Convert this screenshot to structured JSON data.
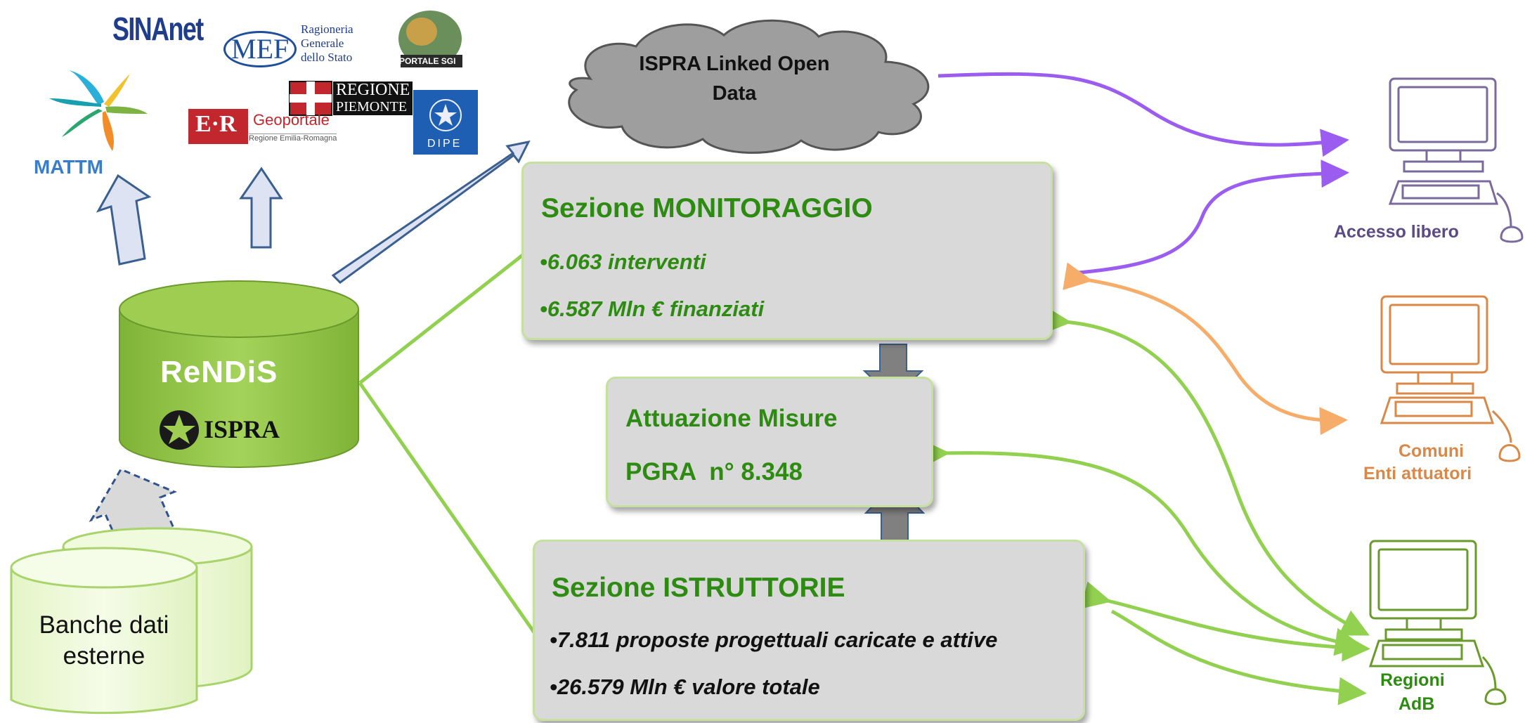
{
  "logos": {
    "sinanet": "SINAnet",
    "mef": "MEF",
    "ragioneria": [
      "Ragioneria",
      "Generale",
      "dello Stato"
    ],
    "portale": "PORTALE SGI",
    "mattm": "MATTM",
    "er_mark": "E·R",
    "er_geo": "Geoportale",
    "er_sub": "Regione Emilia-Romagna",
    "piemonte": [
      "REGIONE",
      "PIEMONTE"
    ],
    "dipe": "DIPE"
  },
  "cloud": {
    "line1": "ISPRA Linked Open",
    "line2": "Data"
  },
  "database": {
    "name": "ReNDiS",
    "org": "ISPRA"
  },
  "external_db": {
    "line1": "Banche dati",
    "line2": "esterne"
  },
  "monitoraggio": {
    "title": "Sezione MONITORAGGIO",
    "items": [
      "•6.063 interventi",
      "•6.587 Mln € finanziati"
    ]
  },
  "attuazione": {
    "line1": "Attuazione Misure",
    "line2": "PGRA  n° 8.348"
  },
  "istruttorie": {
    "title": "Sezione ISTRUTTORIE",
    "items": [
      "•7.811 proposte progettuali caricate e attive",
      "•26.579 Mln € valore totale"
    ]
  },
  "terminals": {
    "libero": "Accesso libero",
    "comuni": [
      "Comuni",
      "Enti attuatori"
    ],
    "regioni": [
      "Regioni",
      "AdB"
    ]
  },
  "colors": {
    "purple": "#9b5cf0",
    "orange": "#f7ad6a",
    "green": "#92d050",
    "dark_green": "#2e8b12"
  }
}
